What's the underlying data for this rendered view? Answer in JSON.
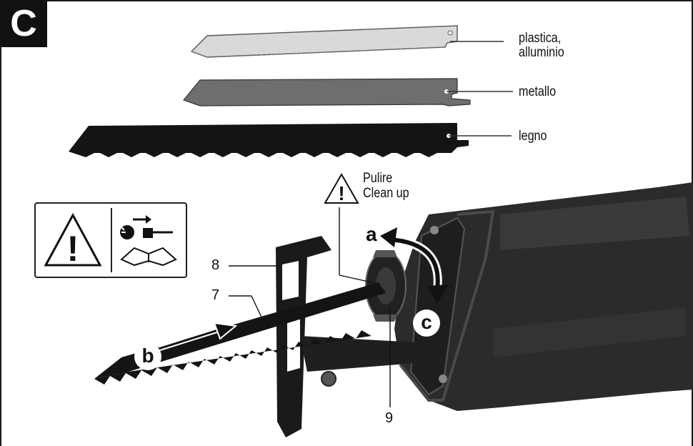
{
  "figure": {
    "section_letter": "C",
    "blades": [
      {
        "label": "plastica,\nalluminio"
      },
      {
        "label": "metallo"
      },
      {
        "label": "legno"
      }
    ],
    "caution_text": {
      "line1": "Pulire",
      "line2": "Clean up"
    },
    "steps": {
      "a": "a",
      "b": "b",
      "c": "c"
    },
    "parts": {
      "p7": "7",
      "p8": "8",
      "p9": "9"
    }
  },
  "colors": {
    "light_blade": "#d8d8d8",
    "dark_blade": "#6e6e6e",
    "wood_blade": "#151515",
    "tool_body": "#2a2a2a"
  }
}
